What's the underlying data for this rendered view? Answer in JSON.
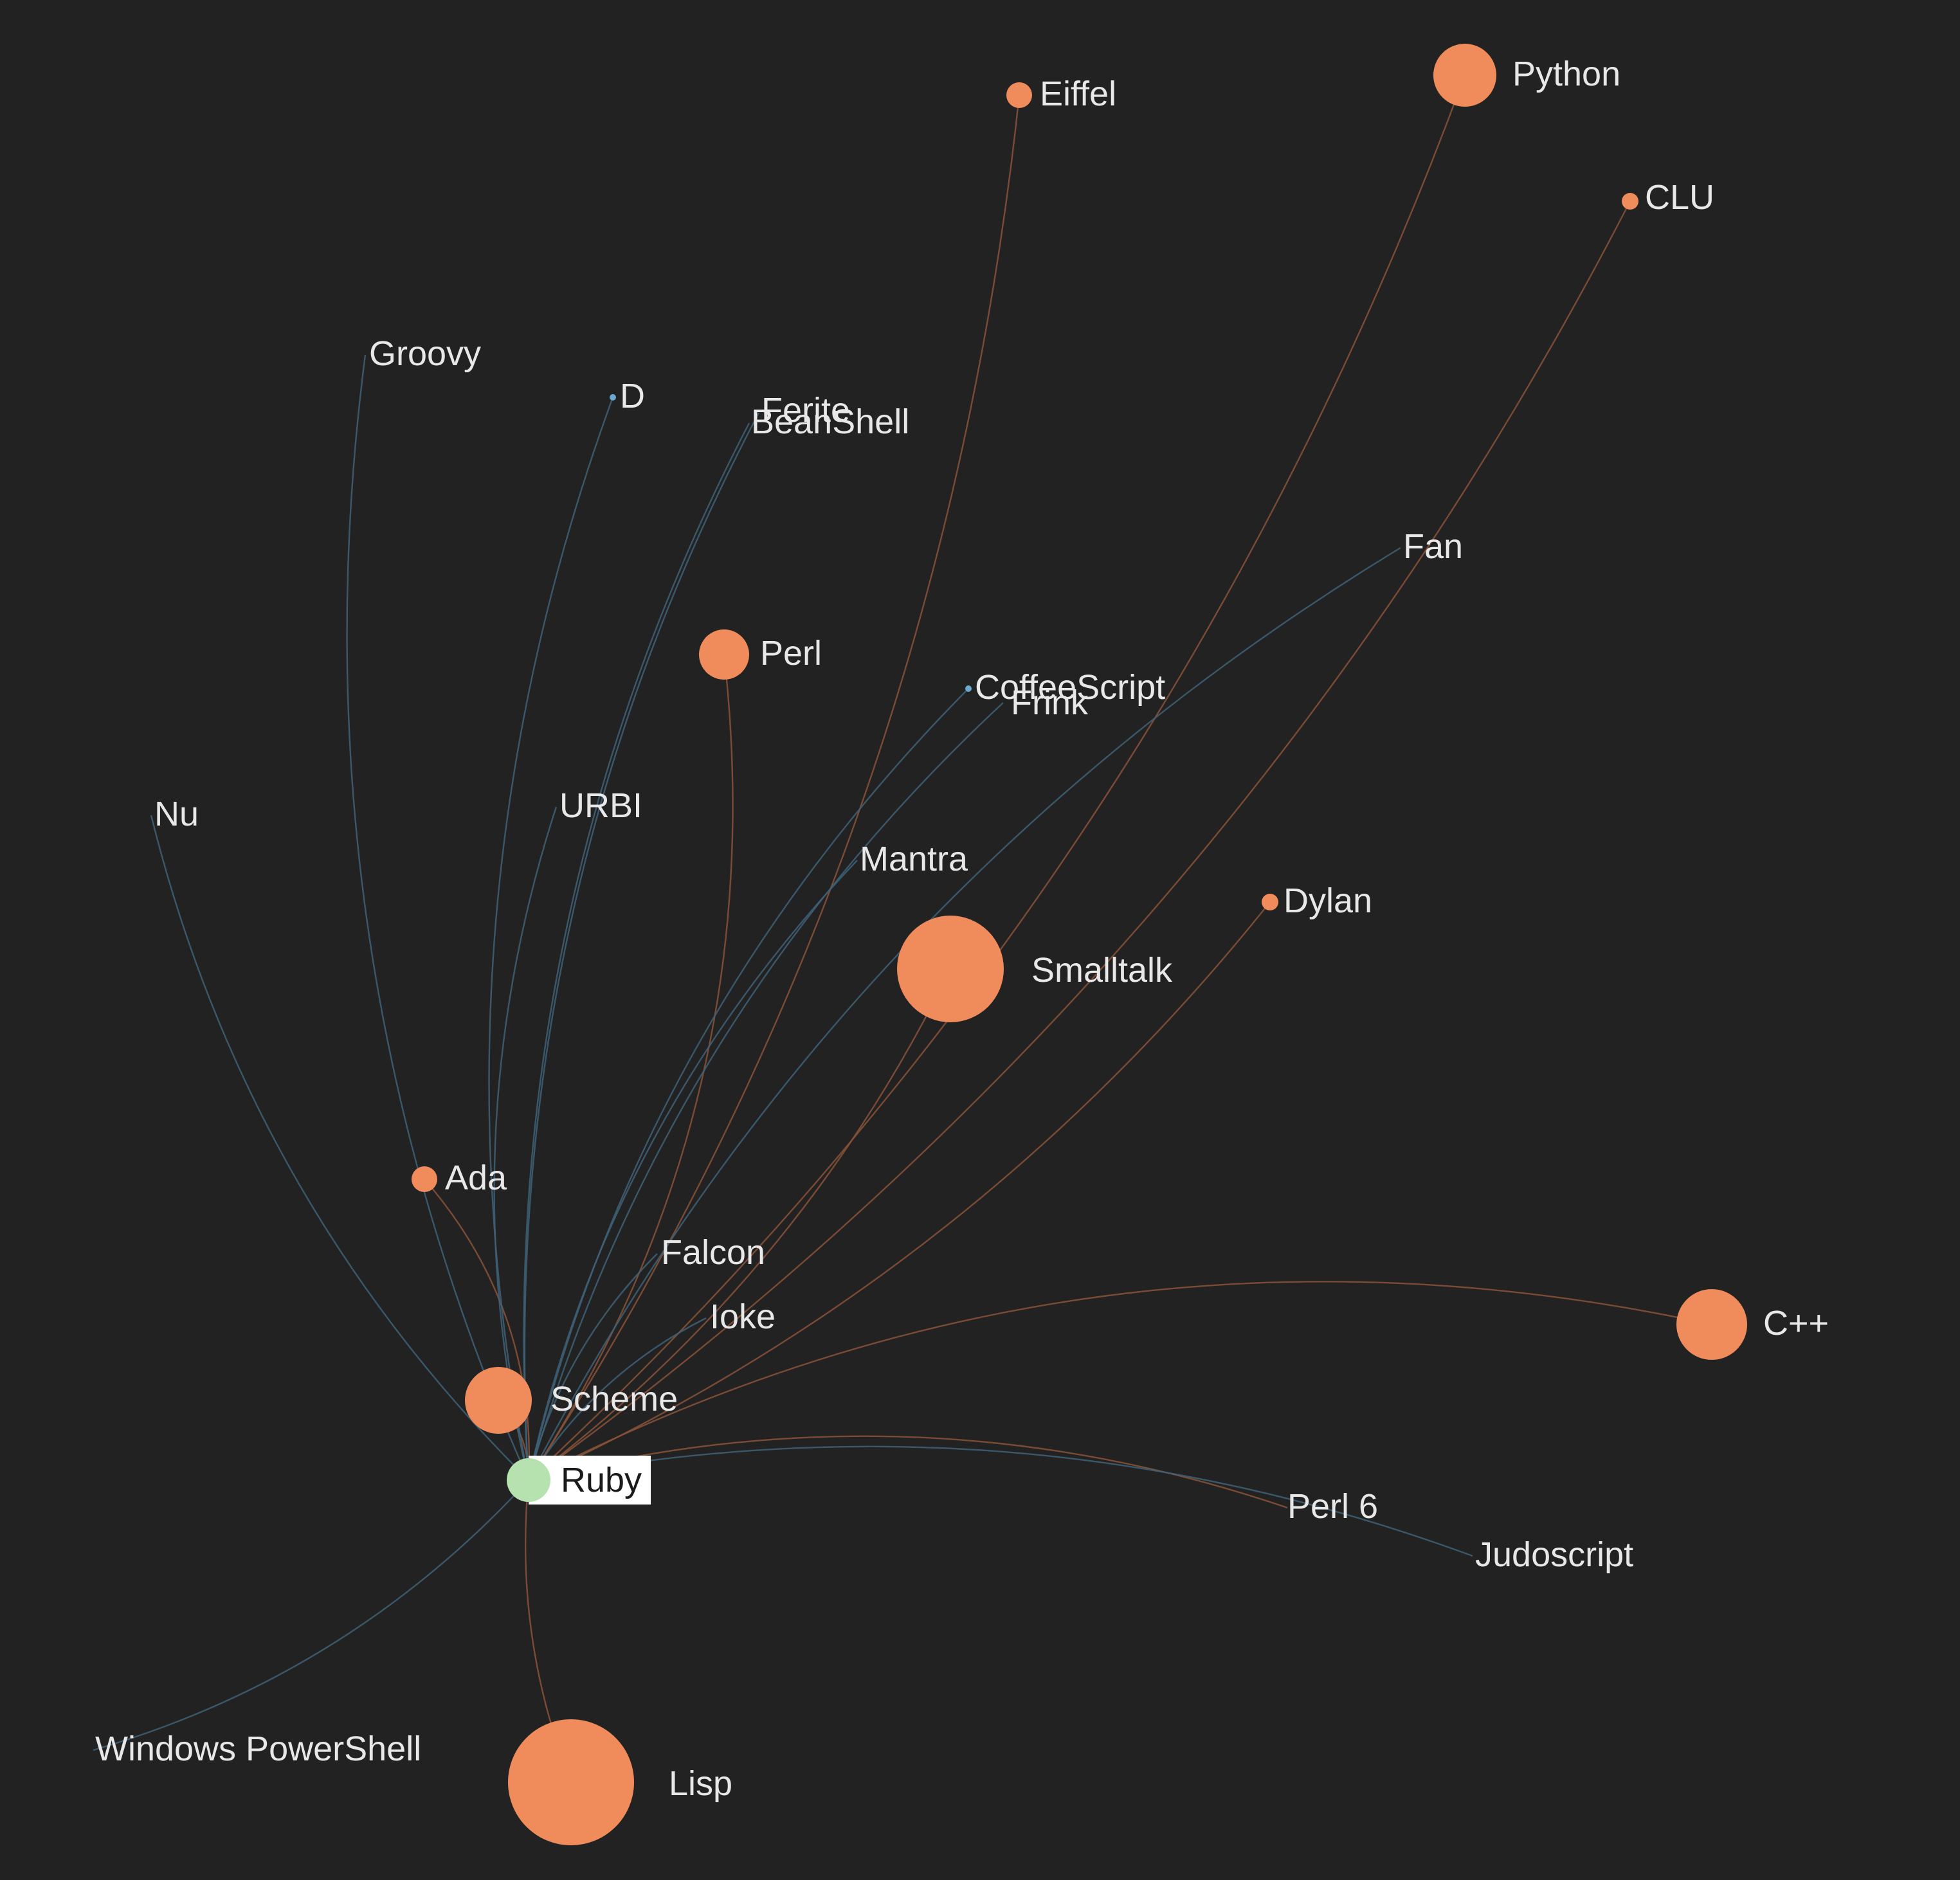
{
  "colors": {
    "background": "#222222",
    "influenced_by_node": "#f08c5c",
    "influenced_by_edge": "#8a5238",
    "influenced_node": "#6aa9d0",
    "influenced_edge": "#3f6278",
    "focus_node": "#b5e2ae",
    "focus_label_bg": "#ffffff",
    "label_text": "#e8e8e8"
  },
  "focus": {
    "name": "Ruby"
  },
  "influenced_by": [
    {
      "name": "Lisp",
      "weight": 5
    },
    {
      "name": "Smalltalk",
      "weight": 4.3
    },
    {
      "name": "Python",
      "weight": 2.6
    },
    {
      "name": "C++",
      "weight": 2.8
    },
    {
      "name": "Scheme",
      "weight": 2.7
    },
    {
      "name": "Perl",
      "weight": 2
    },
    {
      "name": "Eiffel",
      "weight": 1
    },
    {
      "name": "Ada",
      "weight": 1
    },
    {
      "name": "CLU",
      "weight": 0.7
    },
    {
      "name": "Dylan",
      "weight": 0.7
    },
    {
      "name": "Perl 6",
      "weight": 0
    }
  ],
  "influenced": [
    {
      "name": "Groovy"
    },
    {
      "name": "D"
    },
    {
      "name": "Falcon"
    },
    {
      "name": "BeanShell"
    },
    {
      "name": "Fan"
    },
    {
      "name": "CoffeeScript"
    },
    {
      "name": "Frink"
    },
    {
      "name": "Nu"
    },
    {
      "name": "URBI"
    },
    {
      "name": "Mantra"
    },
    {
      "name": "Ioke"
    },
    {
      "name": "Judoscript"
    },
    {
      "name": "Windows PowerShell"
    },
    {
      "name": "Ferite"
    }
  ]
}
